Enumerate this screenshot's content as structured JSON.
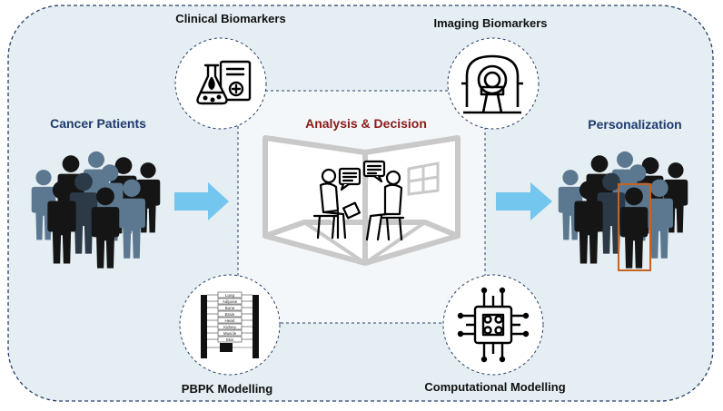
{
  "labels": {
    "clinical": "Clinical Biomarkers",
    "imaging": "Imaging Biomarkers",
    "patients": "Cancer Patients",
    "analysis": "Analysis & Decision",
    "personalization": "Personalization",
    "pbpk": "PBPK Modelling",
    "computational": "Computational Modelling"
  },
  "pbpk_compartments": [
    "Lung",
    "Adipose",
    "Bone",
    "Brain",
    "Heart",
    "Kidney",
    "Muscle",
    "Skin"
  ],
  "colors": {
    "panel_fill": "#e4eef3",
    "panel_border": "#2b3f66",
    "arrow": "#73c6ee",
    "highlight_box": "#c8621f",
    "person_dark": "#151515",
    "person_slate": "#2c3947",
    "person_blue": "#5c7890"
  }
}
